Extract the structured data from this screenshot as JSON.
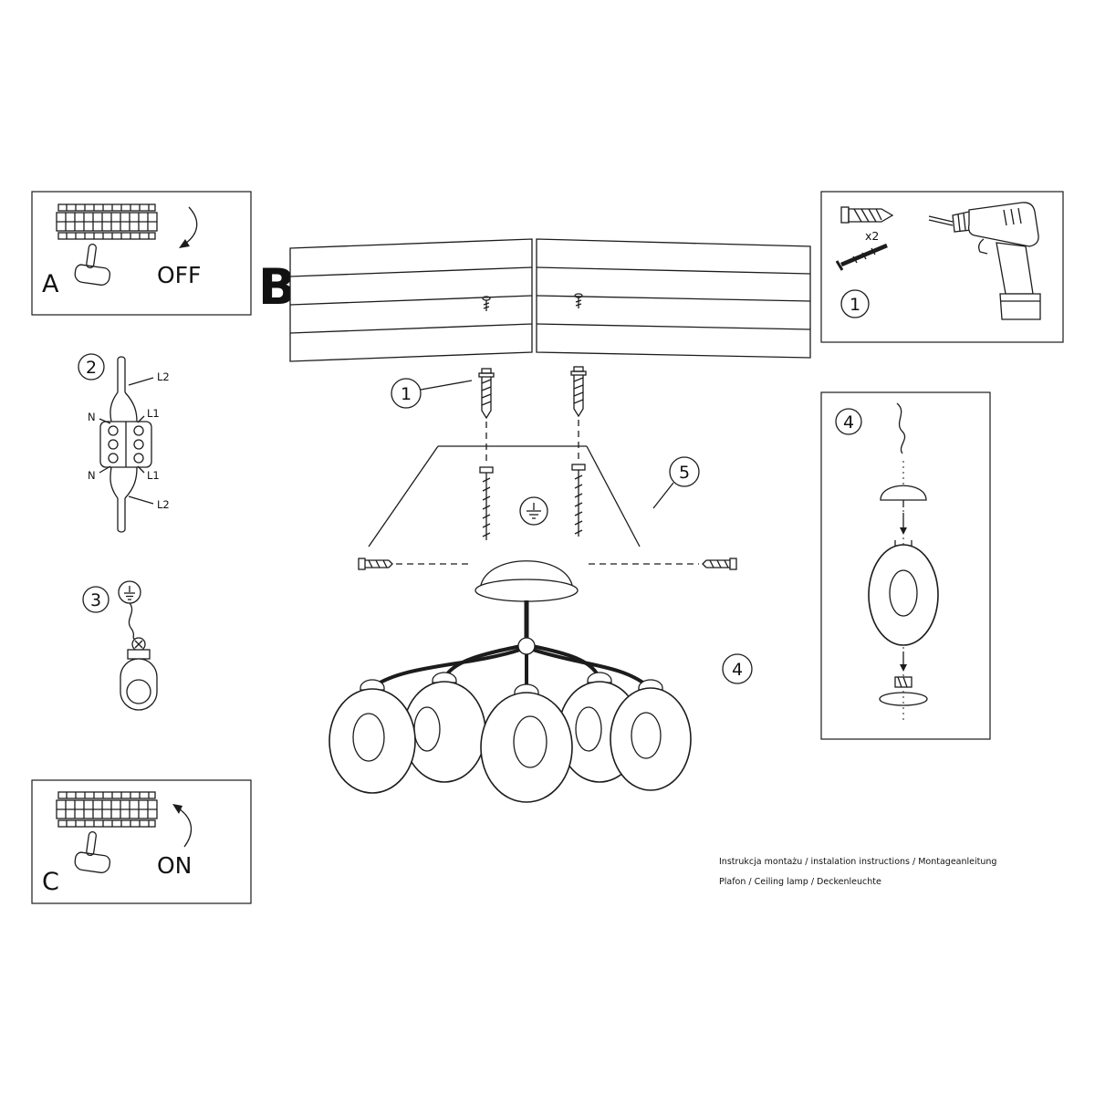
{
  "colors": {
    "ink": "#1c1c1c",
    "background": "#ffffff"
  },
  "sections": {
    "a": {
      "label": "A",
      "state": "OFF"
    },
    "b": {
      "label": "B"
    },
    "c": {
      "label": "C",
      "state": "ON"
    }
  },
  "callouts": {
    "one": "1",
    "two": "2",
    "three": "3",
    "four": "4",
    "five": "5"
  },
  "hardware": {
    "anchor_qty": "x2"
  },
  "wiring": {
    "top_l2": "L2",
    "top_l1": "L1",
    "top_n": "N",
    "bottom_n": "N",
    "bottom_l1": "L1",
    "bottom_l2": "L2"
  },
  "icons": {
    "hand": "pointing-hand",
    "off_arrow": "curved-arrow-down",
    "on_arrow": "curved-arrow-up",
    "earth": "ground-symbol",
    "drill": "cordless-drill",
    "anchor": "wall-plug",
    "screw": "screw"
  },
  "footer": {
    "line1": "Instrukcja montażu / instalation instructions / Montageanleitung",
    "line2": "Plafon / Ceiling lamp / Deckenleuchte"
  }
}
